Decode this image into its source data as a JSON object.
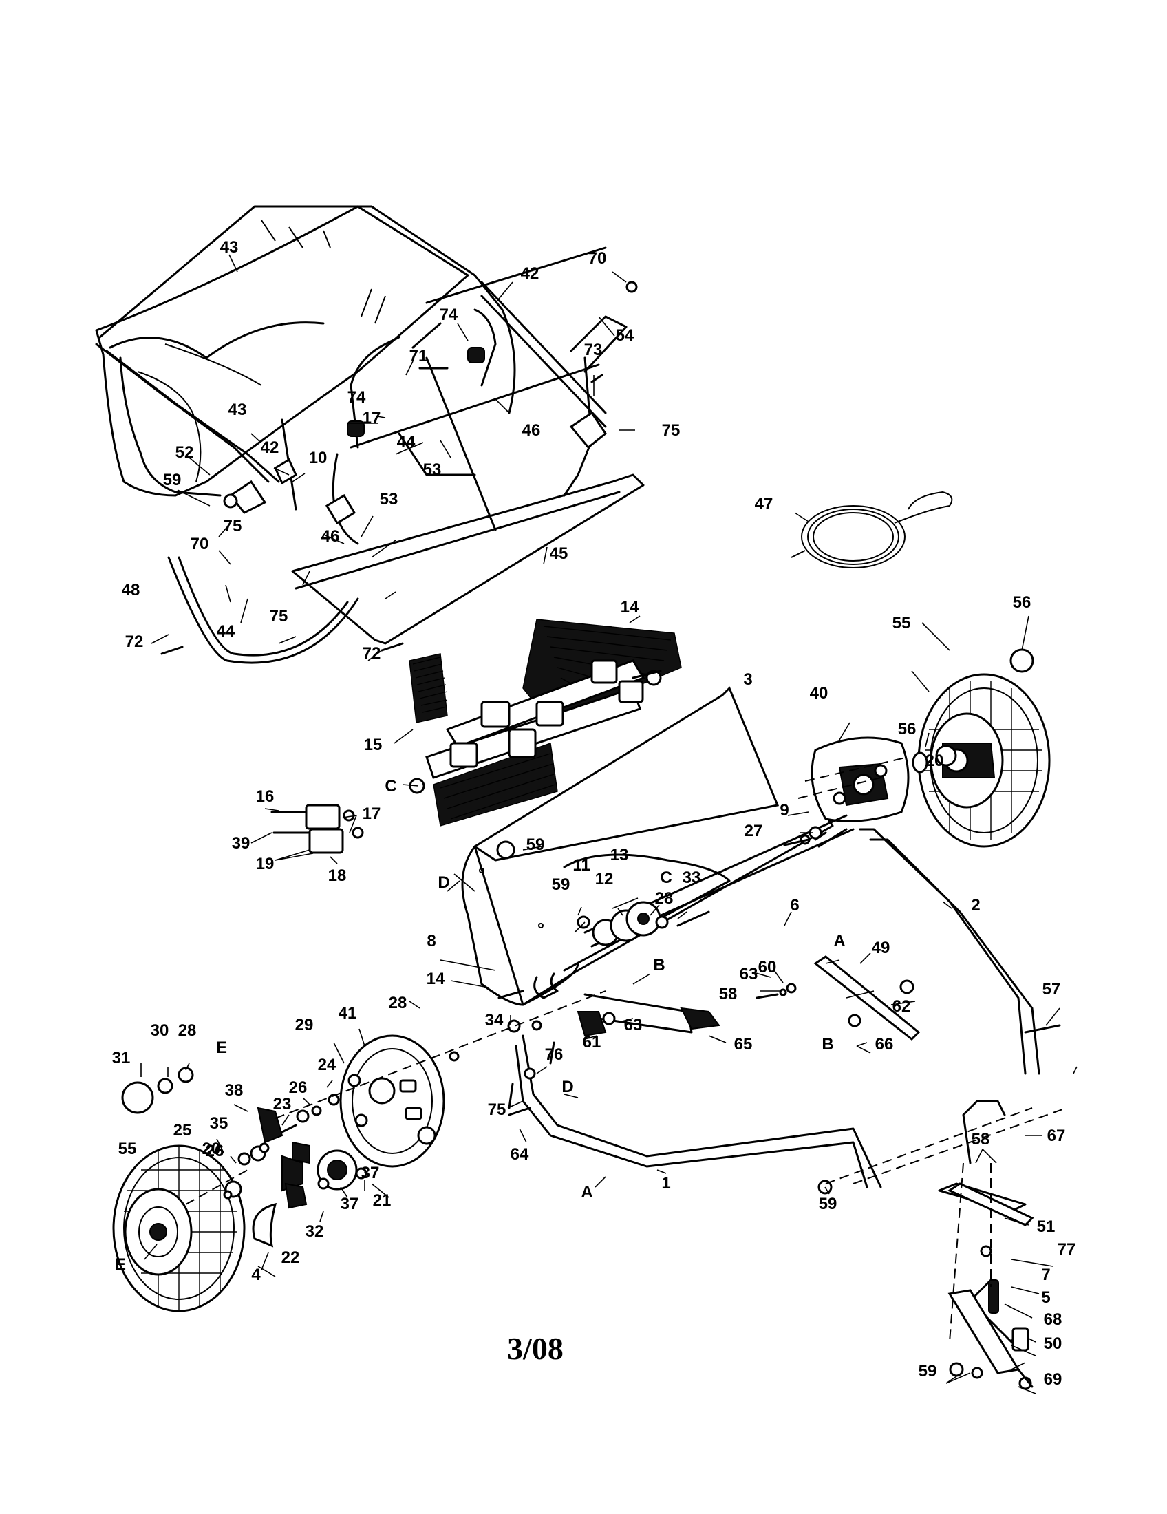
{
  "diagram": {
    "footer": "3/08",
    "callouts": [
      {
        "text": "43"
      },
      {
        "text": "42"
      },
      {
        "text": "70"
      },
      {
        "text": "54"
      },
      {
        "text": "74"
      },
      {
        "text": "71"
      },
      {
        "text": "73"
      },
      {
        "text": "75"
      },
      {
        "text": "46"
      },
      {
        "text": "43"
      },
      {
        "text": "74"
      },
      {
        "text": "17"
      },
      {
        "text": "44"
      },
      {
        "text": "10"
      },
      {
        "text": "42"
      },
      {
        "text": "52"
      },
      {
        "text": "59"
      },
      {
        "text": "53"
      },
      {
        "text": "53"
      },
      {
        "text": "46"
      },
      {
        "text": "70"
      },
      {
        "text": "75"
      },
      {
        "text": "45"
      },
      {
        "text": "48"
      },
      {
        "text": "75"
      },
      {
        "text": "72"
      },
      {
        "text": "44"
      },
      {
        "text": "72"
      },
      {
        "text": "47"
      },
      {
        "text": "14"
      },
      {
        "text": "56"
      },
      {
        "text": "55"
      },
      {
        "text": "3"
      },
      {
        "text": "40"
      },
      {
        "text": "56"
      },
      {
        "text": "15"
      },
      {
        "text": "20"
      },
      {
        "text": "C"
      },
      {
        "text": "16"
      },
      {
        "text": "17"
      },
      {
        "text": "39"
      },
      {
        "text": "19"
      },
      {
        "text": "18"
      },
      {
        "text": "9"
      },
      {
        "text": "27"
      },
      {
        "text": "59"
      },
      {
        "text": "13"
      },
      {
        "text": "D"
      },
      {
        "text": "11"
      },
      {
        "text": "12"
      },
      {
        "text": "C"
      },
      {
        "text": "33"
      },
      {
        "text": "59"
      },
      {
        "text": "28"
      },
      {
        "text": "6"
      },
      {
        "text": "2"
      },
      {
        "text": "8"
      },
      {
        "text": "A"
      },
      {
        "text": "60"
      },
      {
        "text": "63"
      },
      {
        "text": "49"
      },
      {
        "text": "58"
      },
      {
        "text": "14"
      },
      {
        "text": "B"
      },
      {
        "text": "62"
      },
      {
        "text": "41"
      },
      {
        "text": "28"
      },
      {
        "text": "57"
      },
      {
        "text": "34"
      },
      {
        "text": "63"
      },
      {
        "text": "29"
      },
      {
        "text": "61"
      },
      {
        "text": "65"
      },
      {
        "text": "B"
      },
      {
        "text": "66"
      },
      {
        "text": "31"
      },
      {
        "text": "30"
      },
      {
        "text": "28"
      },
      {
        "text": "E"
      },
      {
        "text": "24"
      },
      {
        "text": "76"
      },
      {
        "text": "38"
      },
      {
        "text": "26"
      },
      {
        "text": "D"
      },
      {
        "text": "23"
      },
      {
        "text": "75"
      },
      {
        "text": "35"
      },
      {
        "text": "58"
      },
      {
        "text": "67"
      },
      {
        "text": "25"
      },
      {
        "text": "26"
      },
      {
        "text": "64"
      },
      {
        "text": "55"
      },
      {
        "text": "20"
      },
      {
        "text": "37"
      },
      {
        "text": "A"
      },
      {
        "text": "21"
      },
      {
        "text": "1"
      },
      {
        "text": "37"
      },
      {
        "text": "51"
      },
      {
        "text": "59"
      },
      {
        "text": "32"
      },
      {
        "text": "77"
      },
      {
        "text": "E"
      },
      {
        "text": "7"
      },
      {
        "text": "4"
      },
      {
        "text": "22"
      },
      {
        "text": "5"
      },
      {
        "text": "68"
      },
      {
        "text": "50"
      },
      {
        "text": "59"
      },
      {
        "text": "69"
      }
    ]
  }
}
